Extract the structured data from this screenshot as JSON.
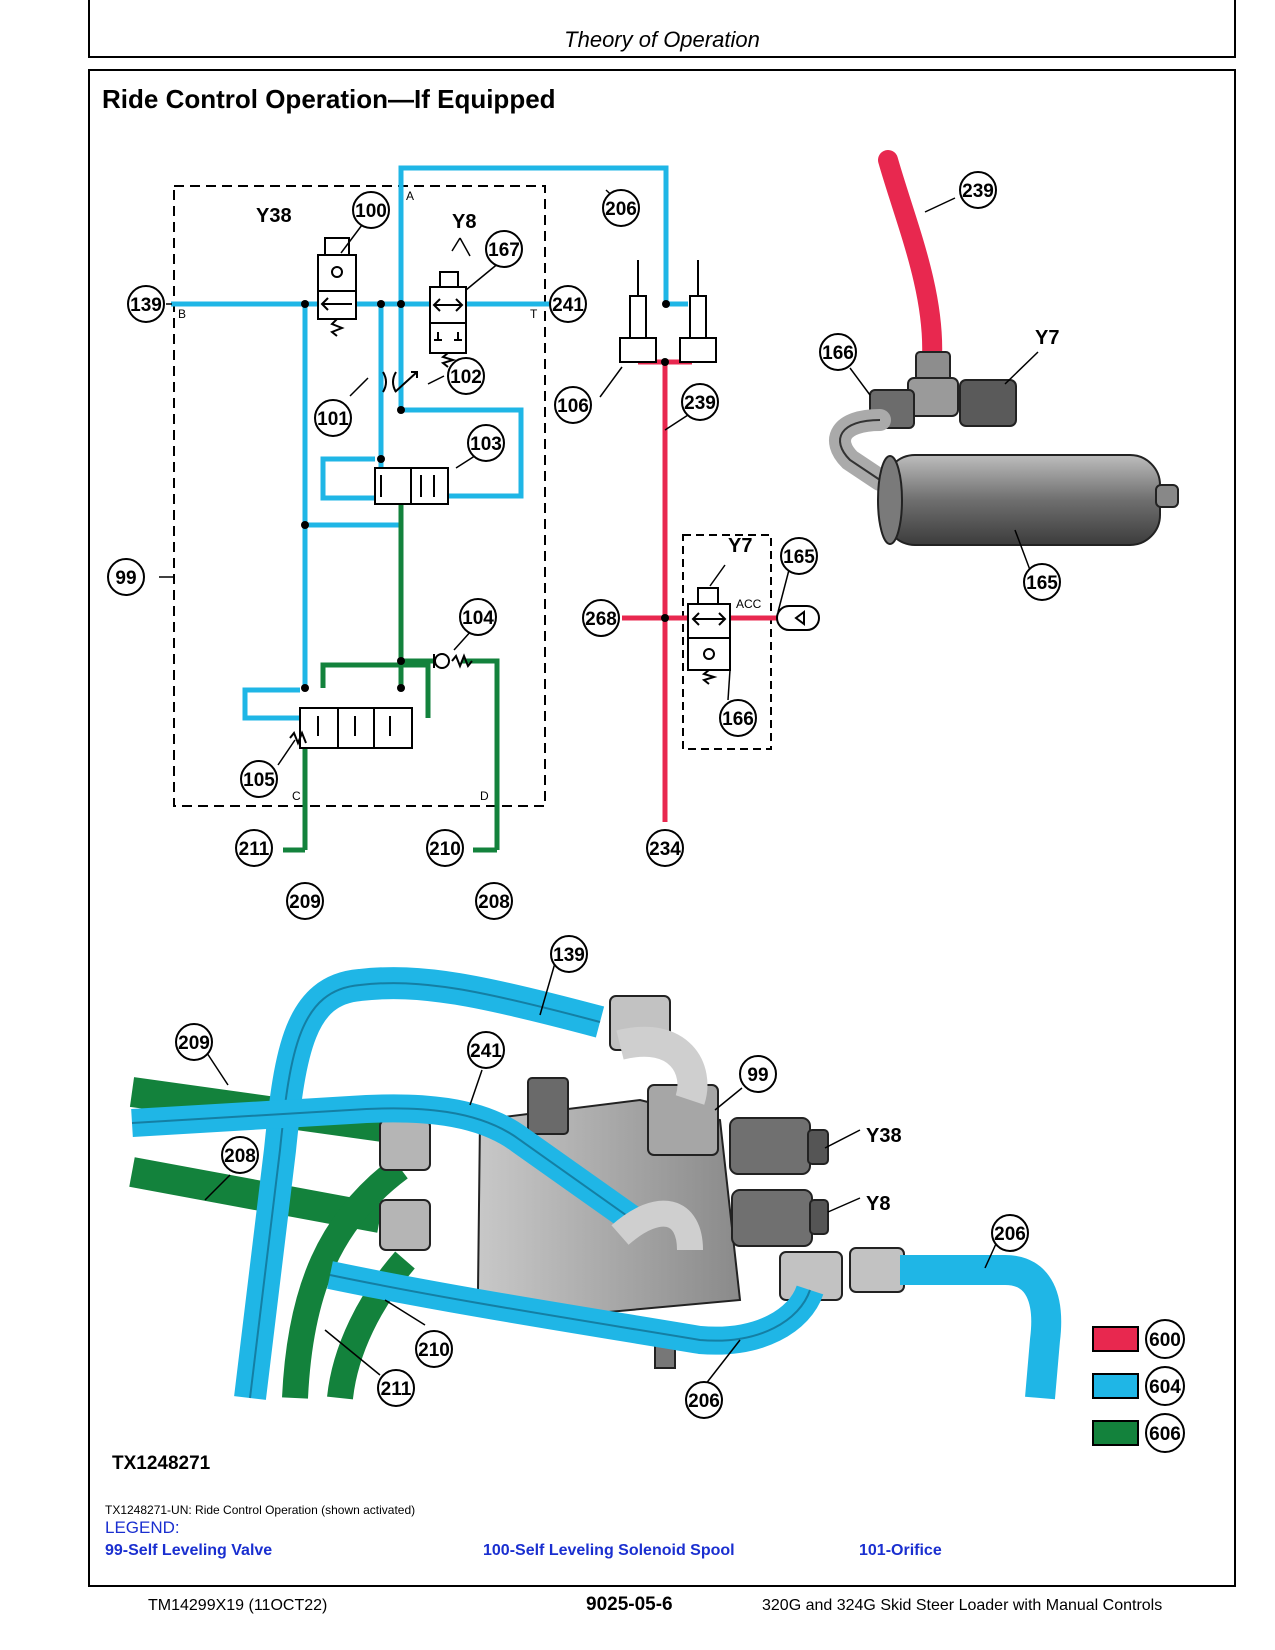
{
  "header": {
    "title": "Theory of Operation"
  },
  "page_title": "Ride Control Operation—If Equipped",
  "schematic": {
    "callouts": [
      "99",
      "100",
      "101",
      "102",
      "103",
      "104",
      "105",
      "106",
      "139",
      "165",
      "166",
      "167",
      "206",
      "208",
      "209",
      "210",
      "211",
      "234",
      "239",
      "241",
      "268"
    ],
    "solenoid_labels": {
      "y38": "Y38",
      "y8": "Y8",
      "y7": "Y7"
    },
    "port_labels": {
      "a": "A",
      "b": "B",
      "t": "T",
      "c": "C",
      "d": "D",
      "acc": "ACC"
    }
  },
  "component_callouts": {
    "top": [
      "239",
      "166",
      "165"
    ],
    "top_labels": [
      "Y7"
    ],
    "bottom": [
      "139",
      "209",
      "241",
      "99",
      "208",
      "206",
      "210",
      "211",
      "206"
    ],
    "bottom_labels": [
      "Y38",
      "Y8"
    ]
  },
  "color_key": [
    {
      "code": "600",
      "color": "#e8284f"
    },
    {
      "code": "604",
      "color": "#1fb6e6"
    },
    {
      "code": "606",
      "color": "#13823c"
    }
  ],
  "figure_id": "TX1248271",
  "caption": "TX1248271-UN: Ride Control Operation (shown activated)",
  "legend": {
    "title": "LEGEND:",
    "items": [
      "99-Self Leveling Valve",
      "100-Self Leveling Solenoid Spool",
      "101-Orifice"
    ]
  },
  "footer": {
    "doc_id": "TM14299X19 (11OCT22)",
    "page_number": "9025-05-6",
    "manual_title": "320G and 324G Skid Steer Loader with Manual Controls"
  },
  "colors": {
    "red_line": "#e8284f",
    "blue_line": "#1fb6e6",
    "green_line": "#13823c",
    "legend_text": "#1a2fd0"
  }
}
